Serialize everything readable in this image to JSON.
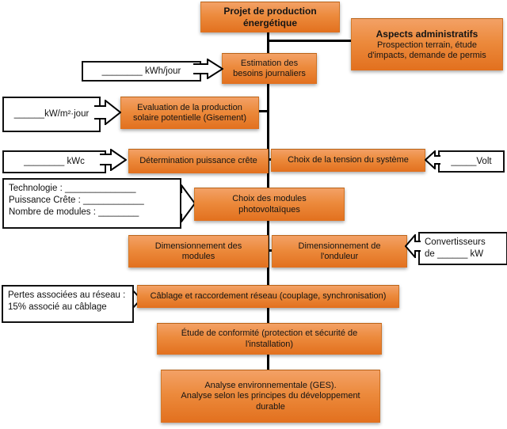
{
  "diagram": {
    "nodes": {
      "projet": "Projet de production\nénergétique",
      "aspects": {
        "title": "Aspects administratifs",
        "body": "Prospection terrain, étude\nd'impacts, demande de permis"
      },
      "estimation": "Estimation des\nbesoins journaliers",
      "evaluation": "Evaluation de la production\nsolaire potentielle (Gisement)",
      "puissance_crete": "Détermination puissance crête",
      "tension": "Choix de la tension du système",
      "modules": "Choix des modules\nphotovoltaïques",
      "dim_modules": "Dimensionnement des\nmodules",
      "dim_onduleur": "Dimensionnement de\nl'onduleur",
      "cablage": "Câblage et raccordement réseau (couplage, synchronisation)",
      "conformite": "Étude de conformité (protection et sécurité de\nl'installation)",
      "analyse": "Analyse environnementale (GES).\nAnalyse selon les principes du développement\ndurable"
    },
    "callouts": {
      "kwh_jour": "________ kWh/jour",
      "kw_m2_jour": "______kW/m²·jour",
      "kwc": "________ kWc",
      "volt": "_____Volt",
      "convertisseurs": "Convertisseurs\nde ______ kW",
      "technologie": "Technologie :  ______________\nPuissance Crête :  ____________\nNombre de modules :   ________",
      "pertes": "Pertes associées au réseau :\n15% associé au câblage"
    },
    "colors": {
      "node_orange_top": "#f3a166",
      "node_orange_bottom": "#e2701e",
      "connector": "#000000",
      "callout_border": "#111111"
    }
  }
}
